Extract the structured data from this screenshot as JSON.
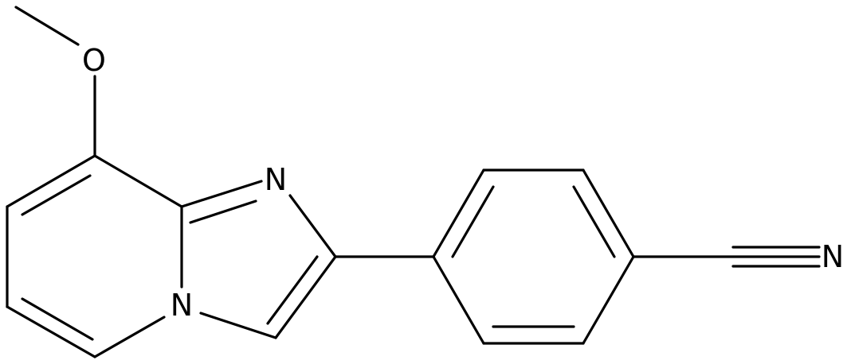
{
  "structure": {
    "atoms": {
      "o_methoxy": "O",
      "n_imidazole": "N",
      "n_bridgehead": "N",
      "n_nitrile": "N"
    }
  },
  "colors": {
    "bond": "#000000",
    "label": "#000000",
    "background": "#ffffff"
  }
}
